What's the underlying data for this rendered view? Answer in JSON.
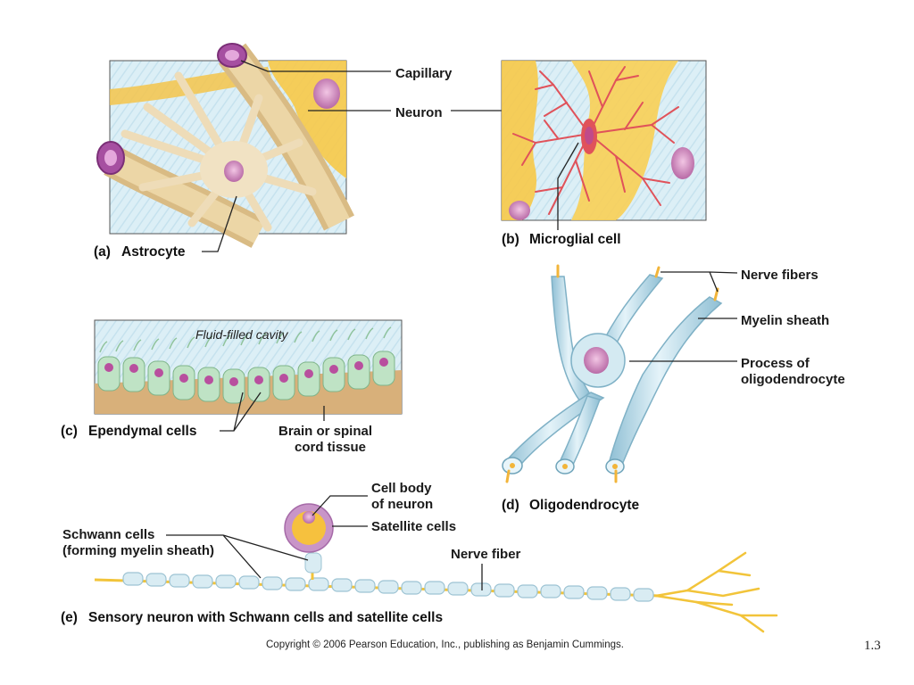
{
  "panels": {
    "astrocyte": {
      "caption_letter": "(a)",
      "caption": "Astrocyte",
      "labels": {
        "capillary": "Capillary",
        "neuron": "Neuron"
      }
    },
    "microglial": {
      "caption_letter": "(b)",
      "caption": "Microglial cell"
    },
    "ependymal": {
      "caption_letter": "(c)",
      "caption": "Ependymal cells",
      "labels": {
        "cavity": "Fluid-filled cavity",
        "tissue_line1": "Brain or spinal",
        "tissue_line2": "cord tissue"
      }
    },
    "oligodendrocyte": {
      "caption_letter": "(d)",
      "caption": "Oligodendrocyte",
      "labels": {
        "nerve_fibers": "Nerve fibers",
        "myelin_sheath": "Myelin sheath",
        "process_line1": "Process of",
        "process_line2": "oligodendrocyte"
      }
    },
    "sensory": {
      "caption_letter": "(e)",
      "caption": "Sensory neuron with Schwann cells and satellite cells",
      "labels": {
        "cell_body_line1": "Cell body",
        "cell_body_line2": "of neuron",
        "satellite": "Satellite cells",
        "schwann_line1": "Schwann cells",
        "schwann_line2": "(forming myelin sheath)",
        "nerve_fiber": "Nerve fiber"
      }
    }
  },
  "footer": {
    "copyright": "Copyright © 2006 Pearson Education, Inc., publishing as Benjamin Cummings.",
    "slide_number": "1.3"
  },
  "colors": {
    "capillary_tan": "#e8cf9a",
    "neuron_yellow": "#f7c948",
    "nucleus_pink": "#c77fb5",
    "microglia_red": "#e0525a",
    "myelin_blue": "#b9dbe8",
    "background_blue": "#d8edf5"
  }
}
